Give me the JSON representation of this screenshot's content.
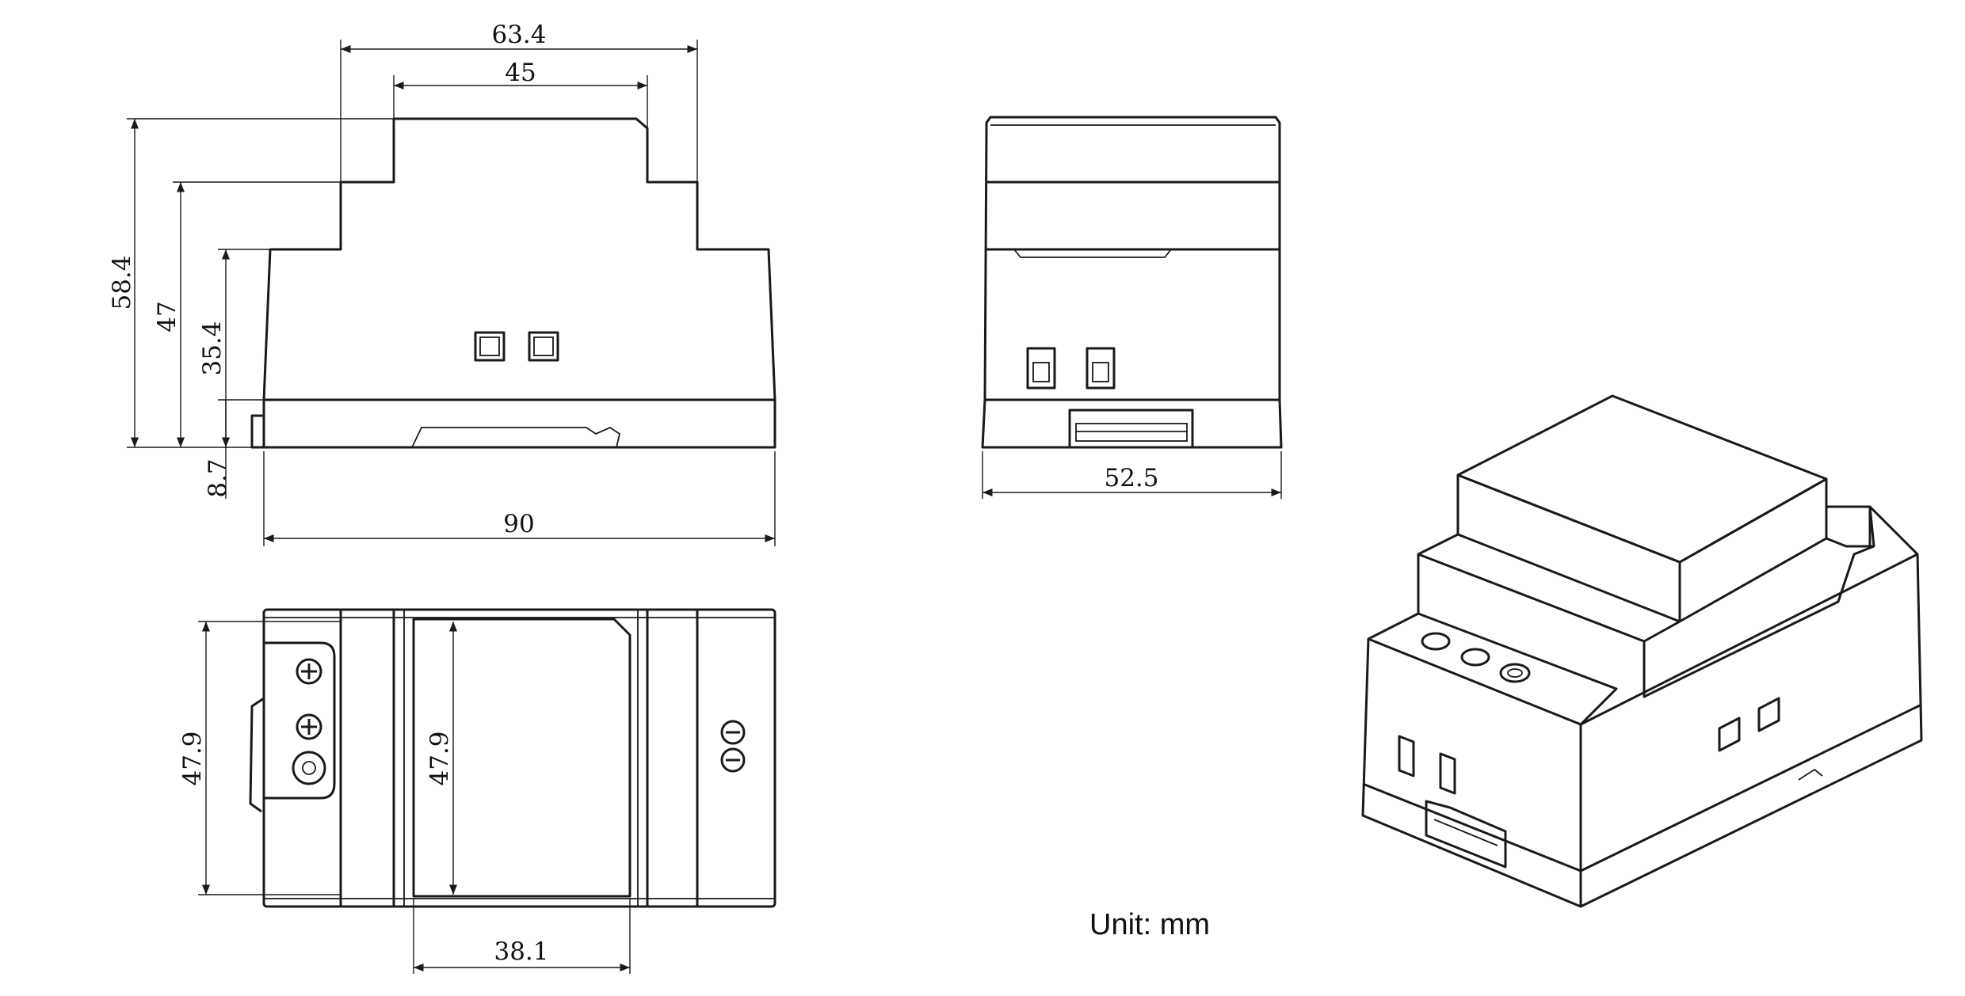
{
  "dimensions": {
    "front_top_width": "63.4",
    "front_step_width": "45",
    "front_total_height": "58.4",
    "front_mid_height": "47",
    "front_lower_height": "35.4",
    "front_base_height": "8.7",
    "front_total_width": "90",
    "side_width": "52.5",
    "bottom_height": "47.9",
    "bottom_window_height": "47.9",
    "bottom_window_width": "38.1"
  },
  "unit_label": "Unit: mm",
  "colors": {
    "line": "#1a1a1a",
    "background": "#ffffff"
  }
}
